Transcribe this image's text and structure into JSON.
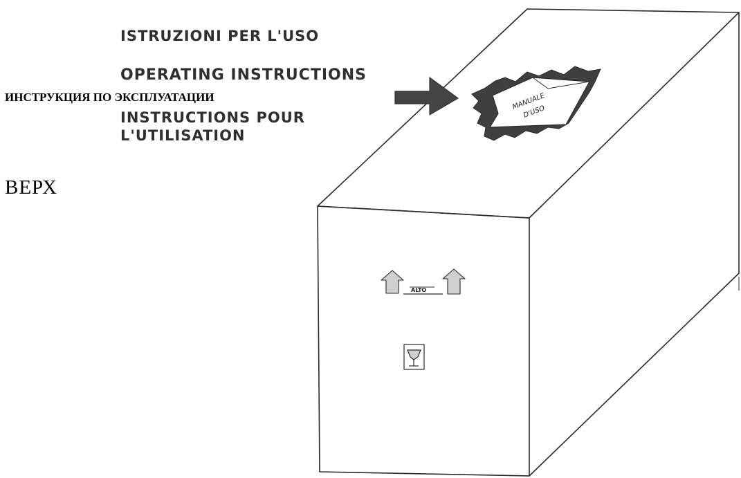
{
  "titles": {
    "italian": "ISTRUZIONI PER L'USO",
    "english": "OPERATING INSTRUCTIONS",
    "russian": "ИНСТРУКЦИЯ ПО ЭКСПЛУАТАЦИИ",
    "french_line1": "INSTRUCTIONS POUR",
    "french_line2": "L'UTILISATION"
  },
  "side_label": "ВЕРХ",
  "manual": {
    "line1": "MANUALE",
    "line2": "D'USO"
  },
  "alto_label": "ALTO",
  "icons": [
    "arrow-icon",
    "this-way-up-icon",
    "fragile-glass-icon",
    "manual-booklet-icon"
  ],
  "colors": {
    "ink": "#2f2f2f",
    "arrow": "#444444",
    "symbol_fill": "#cfcfcf",
    "background": "#ffffff"
  }
}
